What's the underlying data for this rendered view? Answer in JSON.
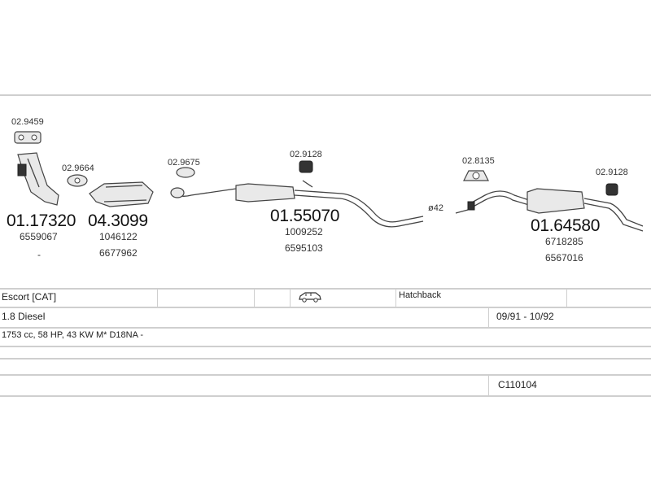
{
  "parts": [
    {
      "id": "p1",
      "small": "02.9459"
    },
    {
      "id": "p2",
      "big": "01.17320",
      "refs": [
        "6559067",
        "-"
      ]
    },
    {
      "id": "p3",
      "small": "02.9664"
    },
    {
      "id": "p4",
      "big": "04.3099",
      "refs": [
        "1046122",
        "6677962"
      ]
    },
    {
      "id": "p5",
      "small": "02.9675"
    },
    {
      "id": "p6",
      "small": "02.9128"
    },
    {
      "id": "p7",
      "big": "01.55070",
      "refs": [
        "1009252",
        "6595103"
      ]
    },
    {
      "id": "p8",
      "small": "02.8135"
    },
    {
      "id": "p9",
      "small": "02.9128"
    },
    {
      "id": "p10",
      "big": "01.64580",
      "refs": [
        "6718285",
        "6567016"
      ]
    }
  ],
  "diameter_label": "ø42",
  "info": {
    "model": "Escort  [CAT]",
    "body_icon": "car-hatchback-icon",
    "body_type": "Hatchback",
    "engine": "1.8 Diesel",
    "date_range": "09/91 - 10/92",
    "spec": "1753 cc, 58 HP, 43 KW M* D18NA -",
    "catalog_code": "C110104"
  }
}
